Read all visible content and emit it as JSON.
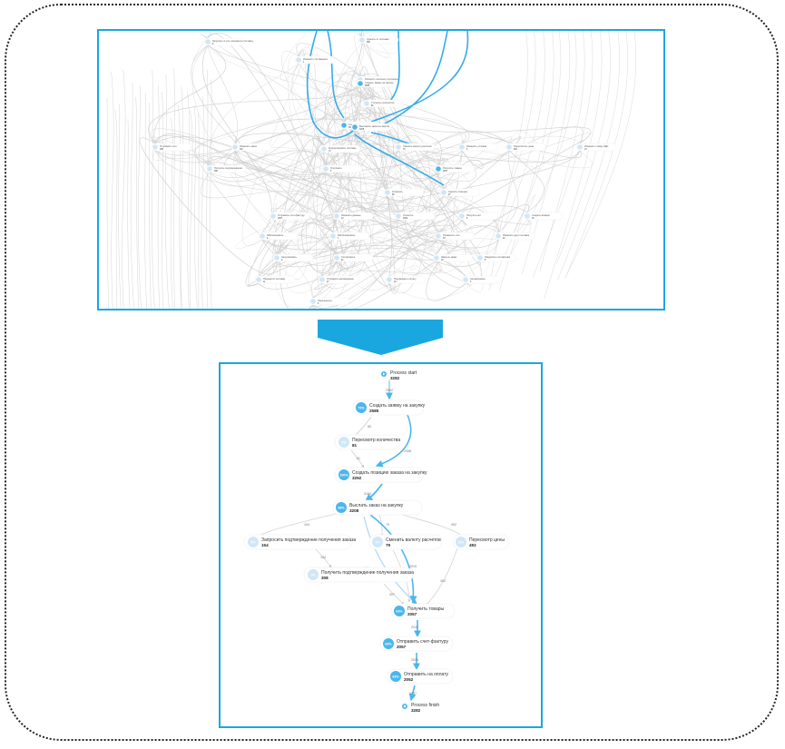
{
  "colors": {
    "accent": "#1aa7e0",
    "node_badge": "#4ab7ec",
    "badge_faint": "#cfe7f6",
    "edge_gray": "#c8c8c8",
    "frame": "#222222"
  },
  "detailed_map": {
    "nodes": [
      {
        "name": "Загрузить в учет документы поставщ.",
        "count": "6"
      },
      {
        "name": "Удалить из поставки",
        "count": "468"
      },
      {
        "name": "Изменить поставщика",
        "count": "1"
      },
      {
        "name": "Изменить значение документа",
        "count": "1"
      },
      {
        "name": "Создать заявку на закупку",
        "count": "2585"
      },
      {
        "name": "Уточнить количество",
        "count": "81"
      },
      {
        "name": "Создать позицию заказа на закупку",
        "count": "3292"
      },
      {
        "name": "Выставить заказ на закупку",
        "count": "3208"
      },
      {
        "name": "Отправить счет",
        "count": "188"
      },
      {
        "name": "Изменить заказ",
        "count": "110"
      },
      {
        "name": "Корректировать поставку",
        "count": "72"
      },
      {
        "name": "Сменить валюту расчетов",
        "count": "79"
      },
      {
        "name": "Изменить условия",
        "count": "3"
      },
      {
        "name": "Пересчитать цены",
        "count": "492"
      },
      {
        "name": "Изменить ставку НДС",
        "count": "14"
      },
      {
        "name": "Получить подтверждение",
        "count": "308"
      },
      {
        "name": "Отклонить",
        "count": "4"
      },
      {
        "name": "Получить товары",
        "count": "2057"
      },
      {
        "name": "Отменить",
        "count": "96"
      },
      {
        "name": "Удалить позицию",
        "count": "47"
      },
      {
        "name": "Отправить счет-фактуру",
        "count": "2057"
      },
      {
        "name": "Изменить данные",
        "count": "12"
      },
      {
        "name": "Оплатить",
        "count": "2052"
      },
      {
        "name": "Получить акт",
        "count": "6"
      },
      {
        "name": "Создать возврат",
        "count": "18"
      },
      {
        "name": "Заблокировать",
        "count": "9"
      },
      {
        "name": "Разблокировать",
        "count": "7"
      },
      {
        "name": "Проверить счет",
        "count": "33"
      },
      {
        "name": "Изменить дату поставки",
        "count": "22"
      },
      {
        "name": "Аннулировать",
        "count": "5"
      },
      {
        "name": "Согласовать",
        "count": "41"
      },
      {
        "name": "Закрыть заказ",
        "count": "15"
      },
      {
        "name": "Уведомить поставщика",
        "count": "8"
      },
      {
        "name": "Перенести поставку",
        "count": "11"
      },
      {
        "name": "Отправить напоминание",
        "count": "27"
      },
      {
        "name": "Подтвердить оплату",
        "count": "19"
      },
      {
        "name": "Архивировать",
        "count": "3"
      },
      {
        "name": "Переоценить",
        "count": "6"
      }
    ]
  },
  "process_map": {
    "start": {
      "label": "Process start",
      "count": "3282"
    },
    "end": {
      "label": "Process finish",
      "count": "3282"
    },
    "nodes": [
      {
        "id": "n1",
        "pct": "79%",
        "label": "Создать заявку на закупку",
        "count": "2585"
      },
      {
        "id": "n2",
        "pct": "2%",
        "label": "Пересмотр количества",
        "count": "81"
      },
      {
        "id": "n3",
        "pct": "100%",
        "label": "Создать позицию заказа на закупку",
        "count": "3292"
      },
      {
        "id": "n4",
        "pct": "98%",
        "label": "Выслать заказ на закупку",
        "count": "3208"
      },
      {
        "id": "n5",
        "pct": "5%",
        "label": "Запросить подтверждение получения заказа",
        "count": "154"
      },
      {
        "id": "n6",
        "pct": "2%",
        "label": "Сменить валюту расчетов",
        "count": "79"
      },
      {
        "id": "n7",
        "pct": "15%",
        "label": "Пересмотр цены",
        "count": "492"
      },
      {
        "id": "n8",
        "pct": "9%",
        "label": "Получить подтверждение получения заказа",
        "count": "308"
      },
      {
        "id": "n9",
        "pct": "63%",
        "label": "Получить товары",
        "count": "2057"
      },
      {
        "id": "n10",
        "pct": "63%",
        "label": "Отправить счет-фактуру",
        "count": "2057"
      },
      {
        "id": "n11",
        "pct": "63%",
        "label": "Отправить на оплату",
        "count": "2052"
      }
    ],
    "edges": [
      {
        "id": "e1",
        "label": "2502"
      },
      {
        "id": "e2",
        "label": "80"
      },
      {
        "id": "e3",
        "label": "2058"
      },
      {
        "id": "e4",
        "label": "81"
      },
      {
        "id": "e5",
        "label": "3184"
      },
      {
        "id": "e6",
        "label": "154"
      },
      {
        "id": "e7",
        "label": "79"
      },
      {
        "id": "e8",
        "label": "492"
      },
      {
        "id": "e9",
        "label": "154"
      },
      {
        "id": "e10",
        "label": "1989"
      },
      {
        "id": "e11",
        "label": "2015"
      },
      {
        "id": "e12",
        "label": "79"
      },
      {
        "id": "e13",
        "label": "492"
      },
      {
        "id": "e14",
        "label": "307"
      },
      {
        "id": "e15",
        "label": "2032"
      },
      {
        "id": "e16",
        "label": "2026"
      },
      {
        "id": "e17",
        "label": "2097"
      }
    ]
  }
}
